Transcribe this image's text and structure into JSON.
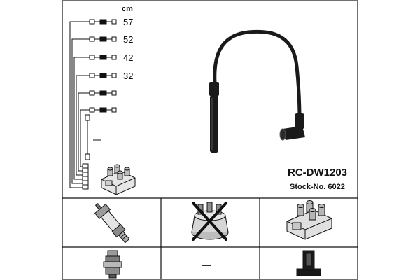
{
  "unit_label": "cm",
  "lengths": [
    "57",
    "52",
    "42",
    "32",
    "–",
    "–"
  ],
  "model": "RC-DW1203",
  "stock_number": "Stock-No. 6022",
  "components": [
    {
      "name": "spark-plug",
      "icon": "spark-plug-icon"
    },
    {
      "name": "distributor-cap",
      "icon": "distributor-cap-icon",
      "status": "not-applicable",
      "mark": "crossed-out"
    },
    {
      "name": "ignition-coil",
      "icon": "ignition-coil-icon"
    }
  ],
  "connectors": [
    {
      "column": "spark-plug",
      "icon": "spark-plug-boot-icon"
    },
    {
      "column": "distributor-cap",
      "label": "—"
    },
    {
      "column": "ignition-coil",
      "icon": "coil-connector-icon"
    }
  ],
  "colors": {
    "ink": "#111111",
    "cable": "#1a1a1a",
    "background": "#ffffff"
  }
}
